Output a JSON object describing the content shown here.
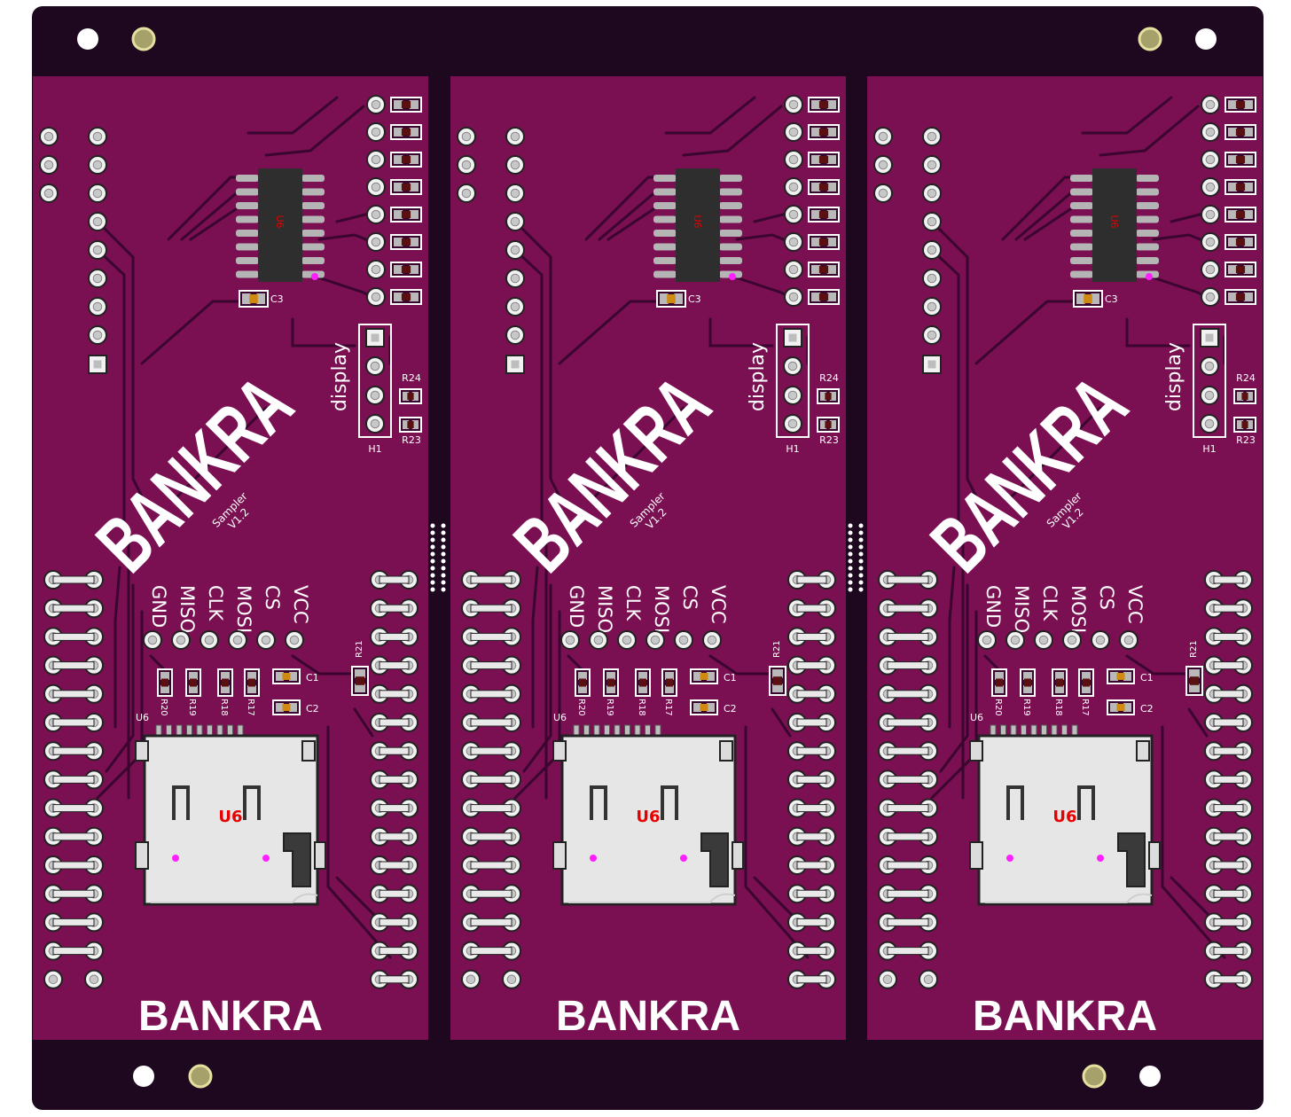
{
  "colors": {
    "frame": "#1e0820",
    "pcb": "#7a0f52",
    "trace": "#3a0630",
    "pad_ring": "#e9e9e9",
    "silk": "#ffffff",
    "ic_body": "#2e2e2e",
    "sd_body": "#e6e6e6",
    "designator_red": "#e60000",
    "via_magenta": "#ff20ff",
    "cap_orange": "#d08a10",
    "mount_gold": "#a6a06a"
  },
  "boards": [
    {
      "logo_main": "BANKRA",
      "logo_bottom": "BANKRA",
      "product": "Sampler",
      "version": "V1.2",
      "header_label": "display",
      "header_designator": "H1",
      "ic_designator": "U6",
      "sd_designator": "U6",
      "pin_labels": [
        "GND",
        "MISO",
        "CLK",
        "MOSI",
        "CS",
        "VCC"
      ],
      "res_labels": [
        "R20",
        "R19",
        "R18",
        "R17"
      ],
      "r21": "R21",
      "r24": "R24",
      "r23": "R23",
      "c1": "C1",
      "c2": "C2",
      "c3": "C3",
      "sd_ref": "U6"
    },
    {
      "logo_main": "BANKRA",
      "logo_bottom": "BANKRA",
      "product": "Sampler",
      "version": "V1.2",
      "header_label": "display",
      "header_designator": "H1",
      "ic_designator": "U6",
      "sd_designator": "U6",
      "pin_labels": [
        "GND",
        "MISO",
        "CLK",
        "MOSI",
        "CS",
        "VCC"
      ],
      "res_labels": [
        "R20",
        "R19",
        "R18",
        "R17"
      ],
      "r21": "R21",
      "r24": "R24",
      "r23": "R23",
      "c1": "C1",
      "c2": "C2",
      "c3": "C3",
      "sd_ref": "U6"
    },
    {
      "logo_main": "BANKRA",
      "logo_bottom": "BANKRA",
      "product": "Sampler",
      "version": "V1.2",
      "header_label": "display",
      "header_designator": "H1",
      "ic_designator": "U6",
      "sd_designator": "U6",
      "pin_labels": [
        "GND",
        "MISO",
        "CLK",
        "MOSI",
        "CS",
        "VCC"
      ],
      "res_labels": [
        "R20",
        "R19",
        "R18",
        "R17"
      ],
      "r21": "R21",
      "r24": "R24",
      "r23": "R23",
      "c1": "C1",
      "c2": "C2",
      "c3": "C3",
      "sd_ref": "U6"
    }
  ]
}
